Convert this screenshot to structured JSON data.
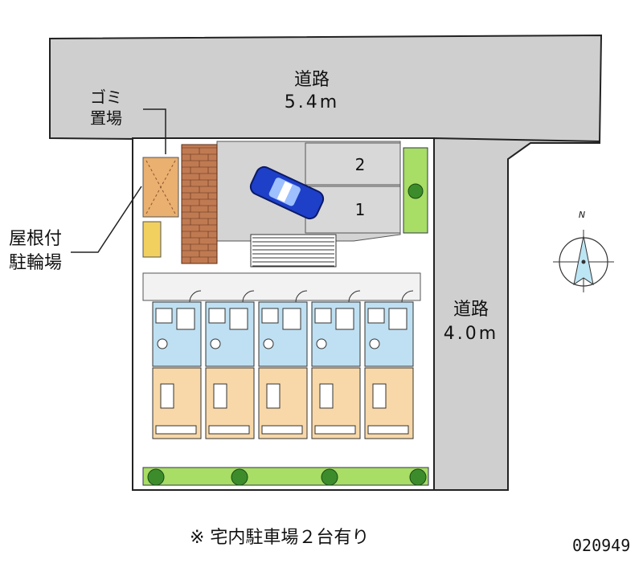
{
  "roads": {
    "top": {
      "name": "道路",
      "width": "5.4m"
    },
    "right": {
      "name": "道路",
      "width": "4.0m"
    }
  },
  "labels": {
    "garbage_line1": "ゴミ",
    "garbage_line2": "置場",
    "bike_line1": "屋根付",
    "bike_line2": "駐輪場",
    "compass_north": "N"
  },
  "parking": {
    "slots": [
      "2",
      "1"
    ]
  },
  "footer": {
    "note": "※ 宅内駐車場２台有り",
    "code": "020949"
  },
  "units": {
    "count": 5
  },
  "colors": {
    "road": "#cfcfcf",
    "unit_top": "#bfe0f2",
    "unit_room": "#f8d8a8",
    "green": "#a8dd66",
    "car": "#1e3fc8",
    "brick": "#c07a52",
    "bike_area": "#e9b070"
  }
}
